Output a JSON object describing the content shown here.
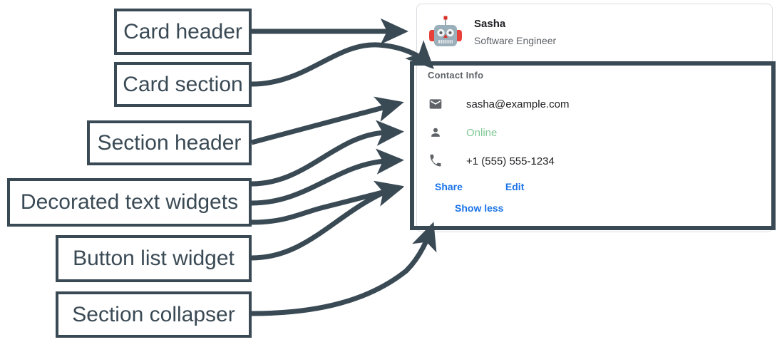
{
  "annotations": [
    {
      "label": "Card header",
      "name": "annotation-card-header"
    },
    {
      "label": "Card section",
      "name": "annotation-card-section"
    },
    {
      "label": "Section header",
      "name": "annotation-section-header"
    },
    {
      "label": "Decorated text widgets",
      "name": "annotation-decorated-text-widgets"
    },
    {
      "label": "Button list widget",
      "name": "annotation-button-list-widget"
    },
    {
      "label": "Section collapser",
      "name": "annotation-section-collapser"
    }
  ],
  "card": {
    "header": {
      "avatar_icon": "robot-avatar-icon",
      "title": "Sasha",
      "subtitle": "Software Engineer"
    },
    "section": {
      "header": "Contact Info",
      "rows": [
        {
          "icon": "email-icon",
          "text": "sasha@example.com",
          "status": false
        },
        {
          "icon": "person-icon",
          "text": "Online",
          "status": true
        },
        {
          "icon": "phone-icon",
          "text": "+1 (555) 555-1234",
          "status": false
        }
      ],
      "buttons": [
        {
          "label": "Share"
        },
        {
          "label": "Edit"
        }
      ],
      "collapser": {
        "label": "Show less"
      }
    }
  },
  "colors": {
    "annotation": "#3a4a55",
    "link_blue": "#1a73e8",
    "status_green": "#81c995",
    "muted_text": "#5f6368",
    "primary_text": "#202124",
    "card_border": "#dadce0"
  }
}
